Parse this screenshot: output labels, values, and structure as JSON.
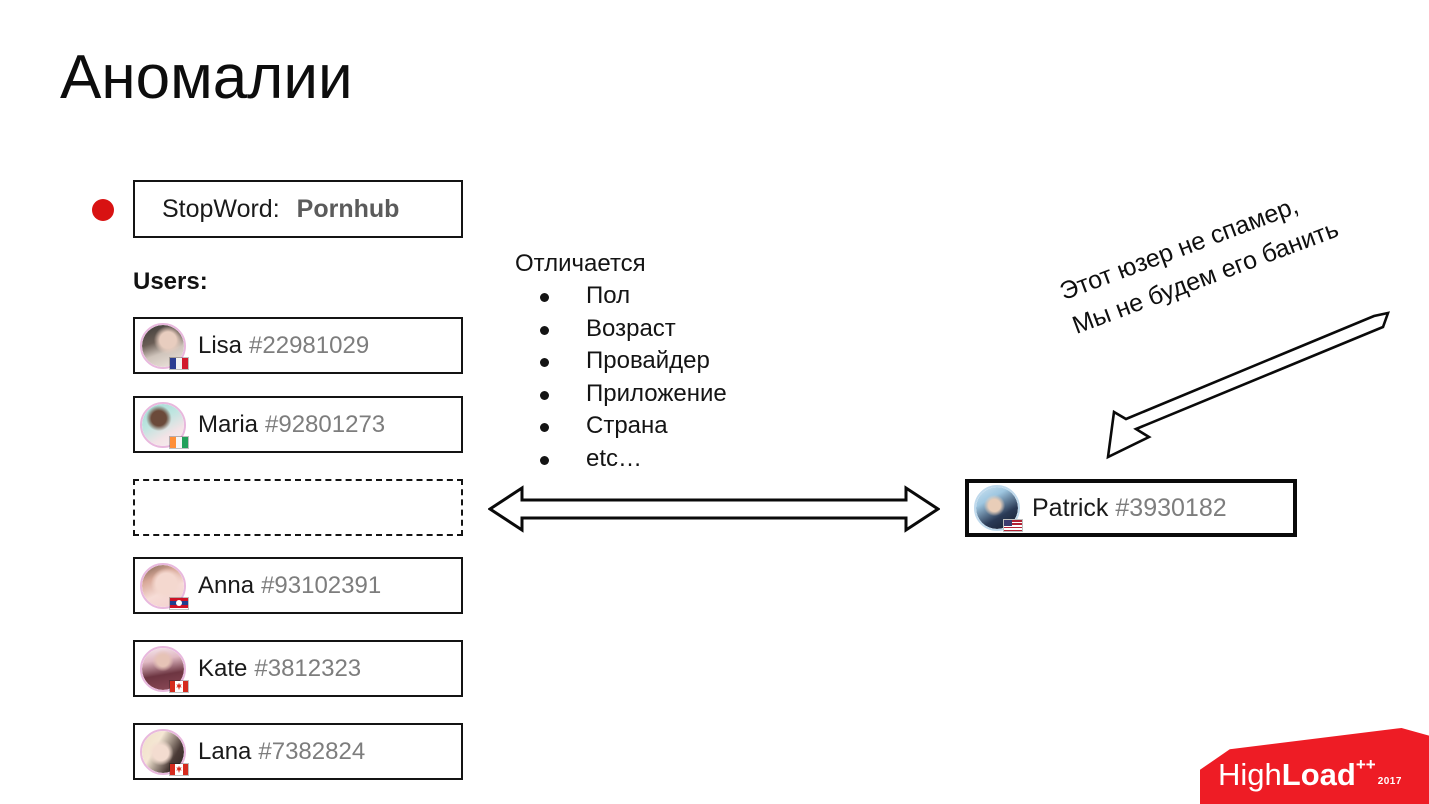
{
  "slide": {
    "title": "Аномалии"
  },
  "stopword": {
    "label": "StopWord:",
    "value": "Pornhub",
    "bullet_color": "#d81212"
  },
  "users_section": {
    "header": "Users:",
    "rows": [
      {
        "name": "Lisa",
        "id": "#22981029",
        "flag": "fr",
        "empty": false
      },
      {
        "name": "Maria",
        "id": "#92801273",
        "flag": "ie",
        "empty": false
      },
      {
        "name": "",
        "id": "",
        "flag": "",
        "empty": true
      },
      {
        "name": "Anna",
        "id": "#93102391",
        "flag": "la",
        "empty": false
      },
      {
        "name": "Kate",
        "id": "#3812323",
        "flag": "ca",
        "empty": false
      },
      {
        "name": "Lana",
        "id": "#7382824",
        "flag": "ca",
        "empty": false
      }
    ]
  },
  "differences": {
    "title": "Отличается",
    "items": [
      "Пол",
      "Возраст",
      "Провайдер",
      "Приложение",
      "Страна",
      "etc…"
    ]
  },
  "highlighted_user": {
    "name": "Patrick",
    "id": "#3930182",
    "flag": "us"
  },
  "annotation": {
    "line1": "Этот юзер не спамер,",
    "line2": "Мы не будем его банить"
  },
  "logo": {
    "high": "High",
    "load": "Load",
    "plusplus": "++",
    "year": "2017",
    "color": "#ee1c25"
  }
}
